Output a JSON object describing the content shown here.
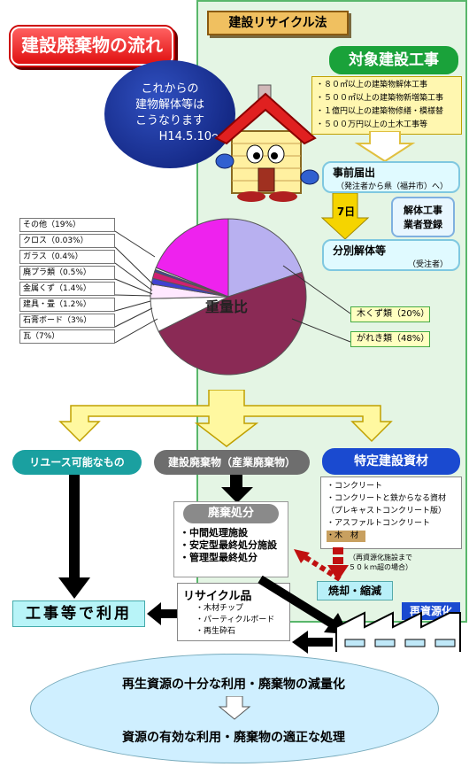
{
  "title": "建設廃棄物の流れ",
  "bubble_lines": [
    "これからの",
    "建物解体等は",
    "こうなります",
    "H14.5.10〜"
  ],
  "law_label": "建設リサイクル法",
  "target_works": {
    "title": "対象建設工事",
    "items": [
      "・８０㎡以上の建築物解体工事",
      "・５００㎡以上の建築物新増築工事",
      "・１億円以上の建築物修繕・模様替",
      "・５００万円以上の土木工事等"
    ]
  },
  "notice": {
    "title": "事前届出",
    "sub": "（発注者から県（福井市）へ）"
  },
  "days": "7日",
  "demolition_registration": [
    "解体工事",
    "業者登録"
  ],
  "sorted_demolition": {
    "title": "分別解体等",
    "sub": "（受注者）"
  },
  "chart_data": {
    "type": "pie",
    "title": "重量比",
    "categories": [
      "木くず類",
      "がれき類",
      "瓦",
      "石膏ボード",
      "建具・畳",
      "金属くず",
      "廃プラ類",
      "ガラス",
      "クロス",
      "その他"
    ],
    "values": [
      20,
      48,
      7,
      3,
      1.2,
      1.4,
      0.5,
      0.4,
      0.03,
      19
    ],
    "colors": [
      "#b8b0f0",
      "#8a2a55",
      "#ffffff",
      "#ffe8ff",
      "#4040d0",
      "#d02070",
      "#4040a0",
      "#f8f8ff",
      "#ffffff",
      "#ee22ee"
    ],
    "legend_left": [
      "その他（19%）",
      "クロス（0.03%）",
      "ガラス（0.4%）",
      "廃プラ類（0.5%）",
      "金属くず（1.4%）",
      "建具・畳（1.2%）",
      "石膏ボード（3%）",
      "瓦（7%）"
    ],
    "legend_right": [
      "木くず類（20%）",
      "がれき類（48%）"
    ]
  },
  "reuse_label": "リユース可能なもの",
  "industrial_waste_label": "建設廃棄物（産業廃棄物）",
  "specified_materials": {
    "title": "特定建設資材",
    "items": [
      "・コンクリート",
      "・コンクリートと鉄からなる資材",
      "（プレキャストコンクリート版）",
      "・アスファルトコンクリート",
      "・木　材"
    ]
  },
  "disposal": {
    "title": "廃棄処分",
    "items": [
      "・中間処理施設",
      "・安定型最終処分施設",
      "・管理型最終処分"
    ]
  },
  "distance_note": [
    "（再資源化施設まで",
    "５０ｋｍ超の場合）"
  ],
  "incineration": "焼却・縮減",
  "recycle_products": {
    "title": "リサイクル品",
    "items": [
      "・木材チップ",
      "・パーティクルボード",
      "・再生砕石"
    ]
  },
  "construction_use": "工事等で利用",
  "recycling_label": "再資源化",
  "bottom_lines": [
    "再生資源の十分な利用・廃棄物の減量化",
    "資源の有効な利用・廃棄物の適正な処理"
  ],
  "colors": {
    "green_panel": "#e4f5e4",
    "title_red": "#e01010",
    "pill_green": "#1aa23a",
    "pill_blue": "#1a4ad0",
    "pill_gray": "#7a7a7a"
  }
}
